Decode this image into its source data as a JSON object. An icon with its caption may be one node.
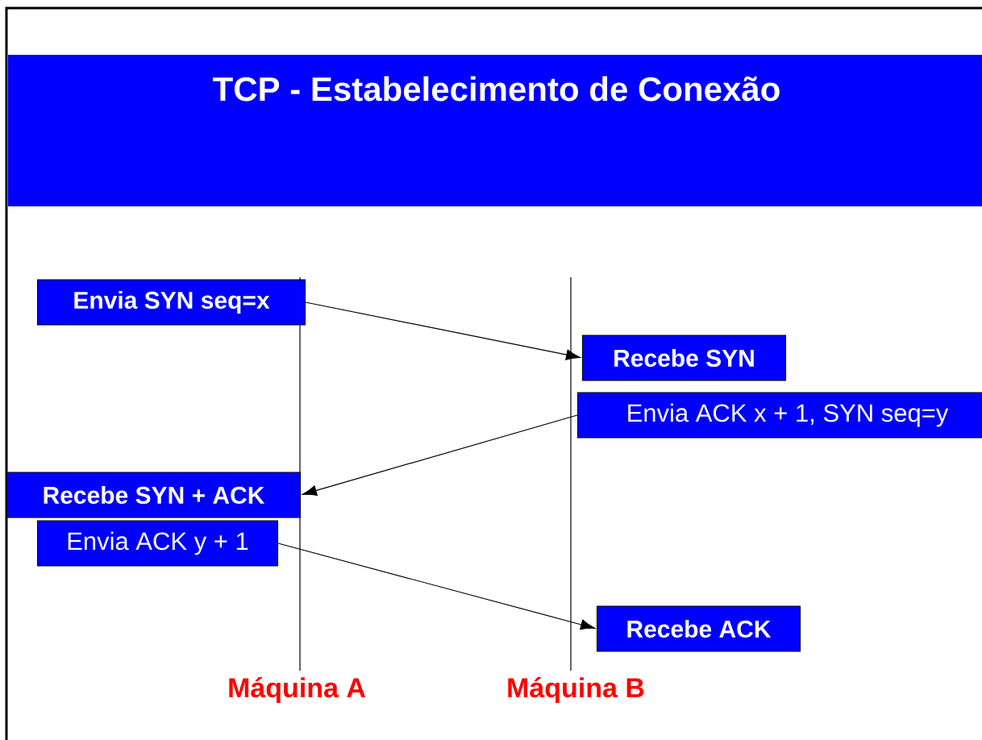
{
  "diagram": {
    "title": "TCP - Estabelecimento de Conexão",
    "nodes": [
      {
        "text": [
          "Envia SYN seq=x"
        ]
      },
      {
        "text": [
          "Recebe SYN"
        ]
      },
      {
        "text": [
          "Envia ACK x + 1, SYN seq=y"
        ]
      },
      {
        "text": [
          "Recebe SYN + ACK"
        ]
      },
      {
        "text": [
          "Envia ACK y + 1"
        ]
      },
      {
        "text": [
          "Recebe ACK"
        ]
      }
    ],
    "edges": [
      {
        "from": 0,
        "to": 1,
        "arrow": "to"
      },
      {
        "from": 2,
        "to": 3,
        "arrow": "to"
      },
      {
        "from": 4,
        "to": 5,
        "arrow": "to"
      }
    ],
    "labels": [
      "Máquina A",
      "Máquina B"
    ]
  }
}
